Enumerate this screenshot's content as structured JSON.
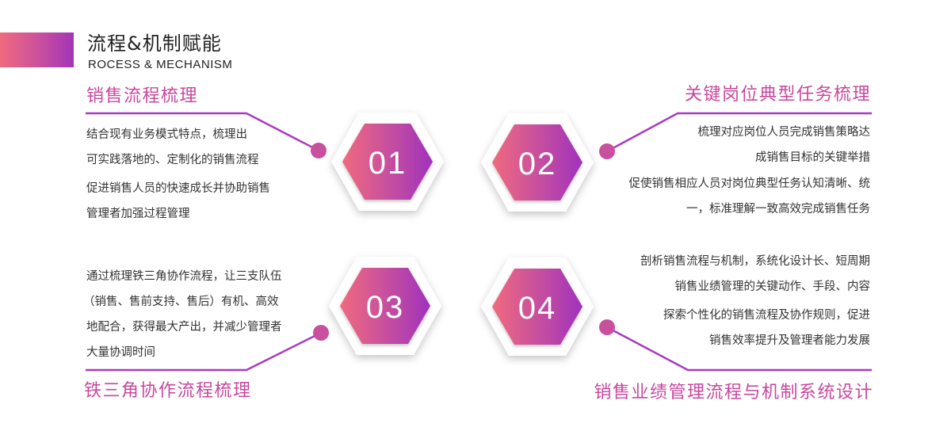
{
  "header": {
    "title_cn": "流程&机制赋能",
    "title_en": "ROCESS & MECHANISM",
    "brand_gradient": [
      "#f06a7e",
      "#a334b8"
    ]
  },
  "colors": {
    "accent": "#c8479e",
    "line": "#a83bbf",
    "dot": "#c8509e",
    "text": "#333333"
  },
  "sections": [
    {
      "number": "01",
      "heading": "销售流程梳理",
      "lines": [
        "结合现有业务模式特点，梳理出",
        "可实践落地的、定制化的销售流程",
        "促进销售人员的快速成长并协助销售",
        "管理者加强过程管理"
      ]
    },
    {
      "number": "02",
      "heading": "关键岗位典型任务梳理",
      "lines": [
        "梳理对应岗位人员完成销售策略达",
        "成销售目标的关键举措",
        "促使销售相应人员对岗位典型任务认知清晰、统",
        "一，标准理解一致高效完成销售任务"
      ]
    },
    {
      "number": "03",
      "heading": "铁三角协作流程梳理",
      "lines": [
        "通过梳理铁三角协作流程，让三支队伍",
        "（销售、售前支持、售后）有机、高效",
        "地配合，获得最大产出，并减少管理者",
        "大量协调时间"
      ]
    },
    {
      "number": "04",
      "heading": "销售业绩管理流程与机制系统设计",
      "lines": [
        "剖析销售流程与机制，系统化设计长、短周期",
        "销售业绩管理的关键动作、手段、内容",
        "探索个性化的销售流程及协作规则，促进",
        "销售效率提升及管理者能力发展"
      ]
    }
  ]
}
